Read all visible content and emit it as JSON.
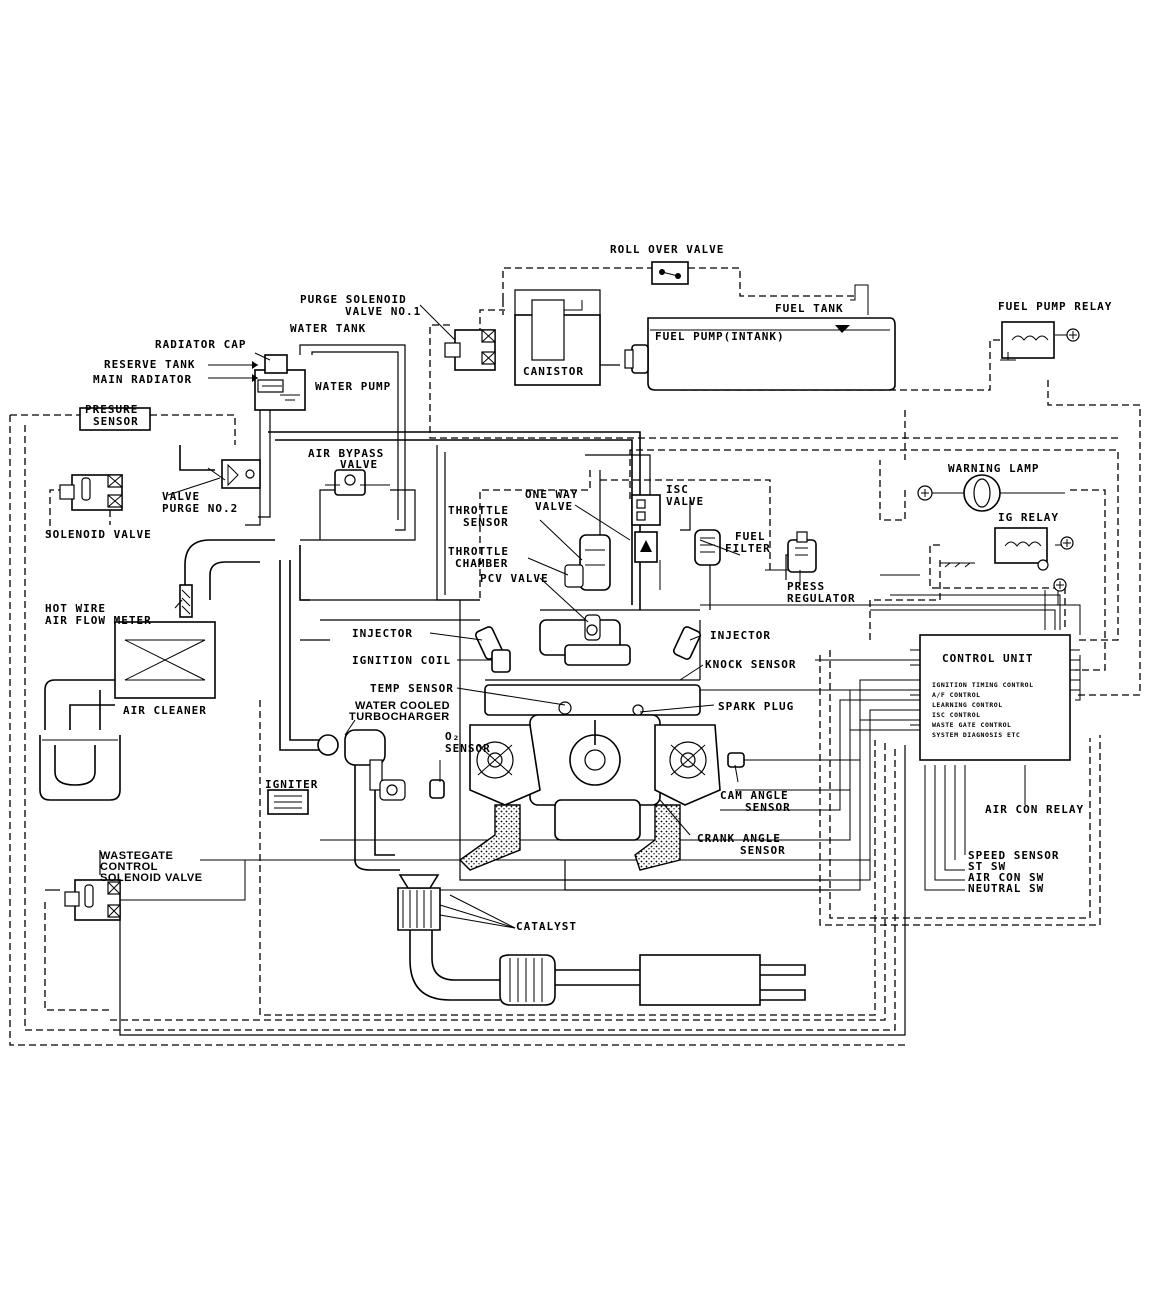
{
  "diagram": {
    "labels": {
      "roll_over_valve": "ROLL OVER VALVE",
      "fuel_tank": "FUEL TANK",
      "fuel_pump_relay": "FUEL PUMP RELAY",
      "purge_solenoid_valve_no1_line1": "PURGE SOLENOID",
      "purge_solenoid_valve_no1_line2": "VALVE NO.1",
      "canister": "CANISTOR",
      "fuel_pump": "FUEL PUMP(INTANK)",
      "water_tank": "WATER TANK",
      "radiator_cap": "RADIATOR CAP",
      "reserve_tank": "RESERVE TANK",
      "main_radiator": "MAIN RADIATOR",
      "water_pump": "WATER PUMP",
      "presure_sensor_line1": "PRESURE",
      "presure_sensor_line2": "SENSOR",
      "air_bypass_valve_line1": "AIR BYPASS",
      "air_bypass_valve_line2": "VALVE",
      "valve_purge_no2_line1": "VALVE",
      "valve_purge_no2_line2": "PURGE NO.2",
      "solenoid_valve": "SOLENOID VALVE",
      "one_way_valve_line1": "ONE WAY",
      "one_way_valve_line2": "VALVE",
      "isc_valve_line1": "ISC",
      "isc_valve_line2": "VALVE",
      "warning_lamp": "WARNING LAMP",
      "ig_relay": "IG RELAY",
      "throttle_sensor_line1": "THROTTLE",
      "throttle_sensor_line2": "SENSOR",
      "throttle_chamber_line1": "THROTTLE",
      "throttle_chamber_line2": "CHAMBER",
      "fuel_filter_line1": "FUEL",
      "fuel_filter_line2": "FILTER",
      "pcv_valve": "PCV VALVE",
      "press_regulator_line1": "PRESS",
      "press_regulator_line2": "REGULATOR",
      "hot_wire_line1": "HOT WIRE",
      "hot_wire_line2": "AIR FLOW METER",
      "injector_left": "INJECTOR",
      "injector_right": "INJECTOR",
      "ignition_coil": "IGNITION COIL",
      "knock_sensor": "KNOCK SENSOR",
      "control_unit": "CONTROL UNIT",
      "temp_sensor": "TEMP SENSOR",
      "spark_plug": "SPARK PLUG",
      "air_cleaner": "AIR CLEANER",
      "water_cooled_turbo_line1": "WATER COOLED",
      "water_cooled_turbo_line2": "TURBOCHARGER",
      "o2_sensor_line1": "O₂",
      "o2_sensor_line2": "SENSOR",
      "igniter": "IGNITER",
      "cam_angle_sensor_line1": "CAM ANGLE",
      "cam_angle_sensor_line2": "SENSOR",
      "crank_angle_sensor_line1": "CRANK ANGLE",
      "crank_angle_sensor_line2": "SENSOR",
      "air_con_relay": "AIR CON RELAY",
      "wastegate_line1": "WASTEGATE",
      "wastegate_line2": "CONTROL",
      "wastegate_line3": "SOLENOID VALVE",
      "speed_sensor": "SPEED SENSOR",
      "st_sw": "ST SW",
      "air_con_sw": "AIR CON SW",
      "neutral_sw": "NEUTRAL SW",
      "catalyst": "CATALYST"
    },
    "control_unit_functions": [
      "IGNITION TIMING CONTROL",
      "A/F CONTROL",
      "LEARNING CONTROL",
      "ISC CONTROL",
      "WASTE GATE CONTROL",
      "SYSTEM DIAGNOSIS ETC"
    ]
  }
}
